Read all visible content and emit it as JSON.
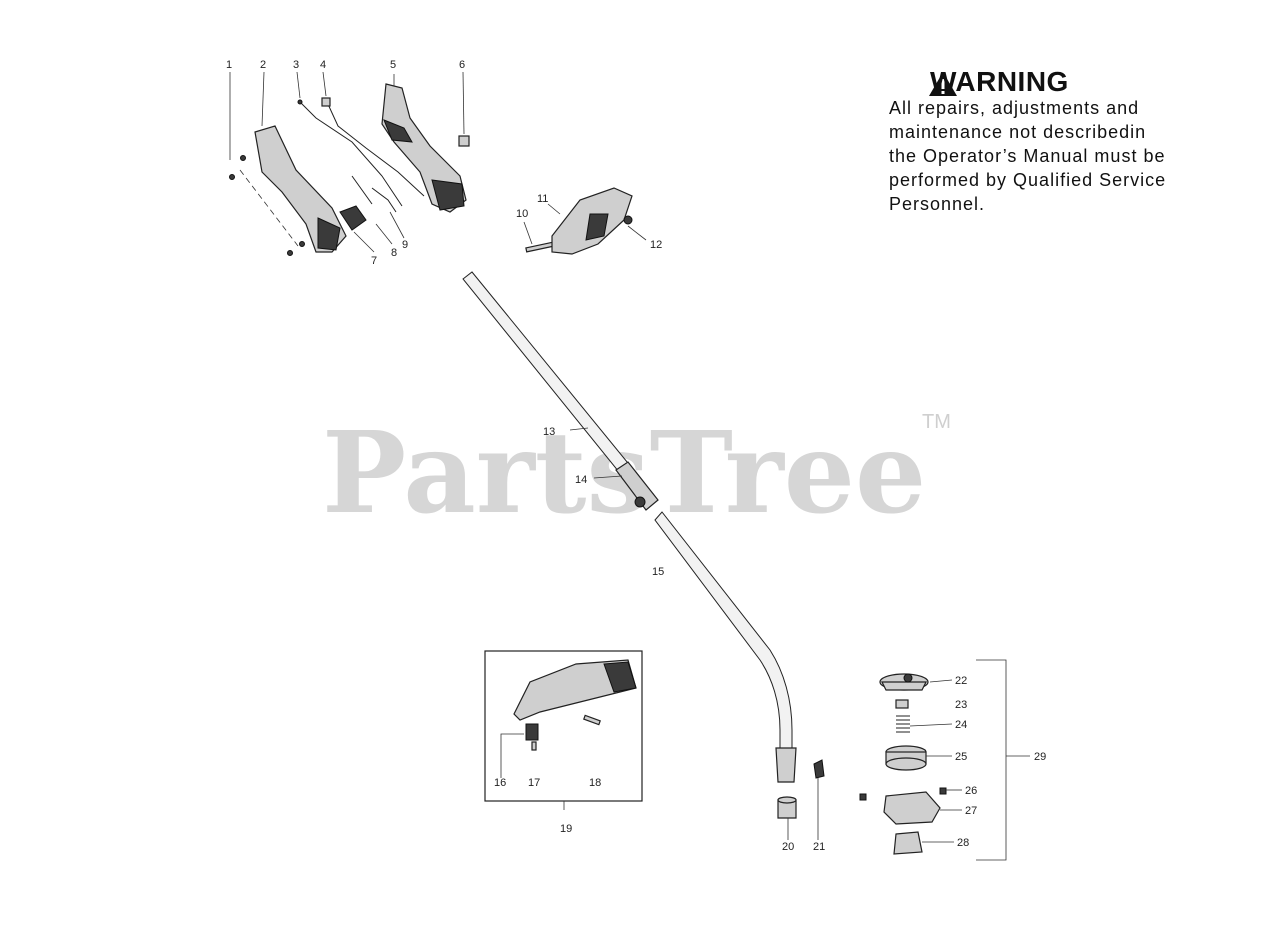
{
  "watermark": {
    "text": "PartsTree",
    "tm": "TM"
  },
  "warning": {
    "title": "WARNING",
    "lines": [
      "All repairs, adjustments and",
      "maintenance not describedin",
      "the Operator’s Manual must be",
      "performed by Qualified Service",
      "Personnel."
    ]
  },
  "callouts": [
    "1",
    "2",
    "3",
    "4",
    "5",
    "6",
    "7",
    "8",
    "9",
    "10",
    "11",
    "12",
    "13",
    "14",
    "15",
    "16",
    "17",
    "18",
    "19",
    "20",
    "21",
    "22",
    "23",
    "24",
    "25",
    "26",
    "27",
    "28",
    "29"
  ],
  "icons": {
    "warning": "warning-triangle-icon"
  }
}
